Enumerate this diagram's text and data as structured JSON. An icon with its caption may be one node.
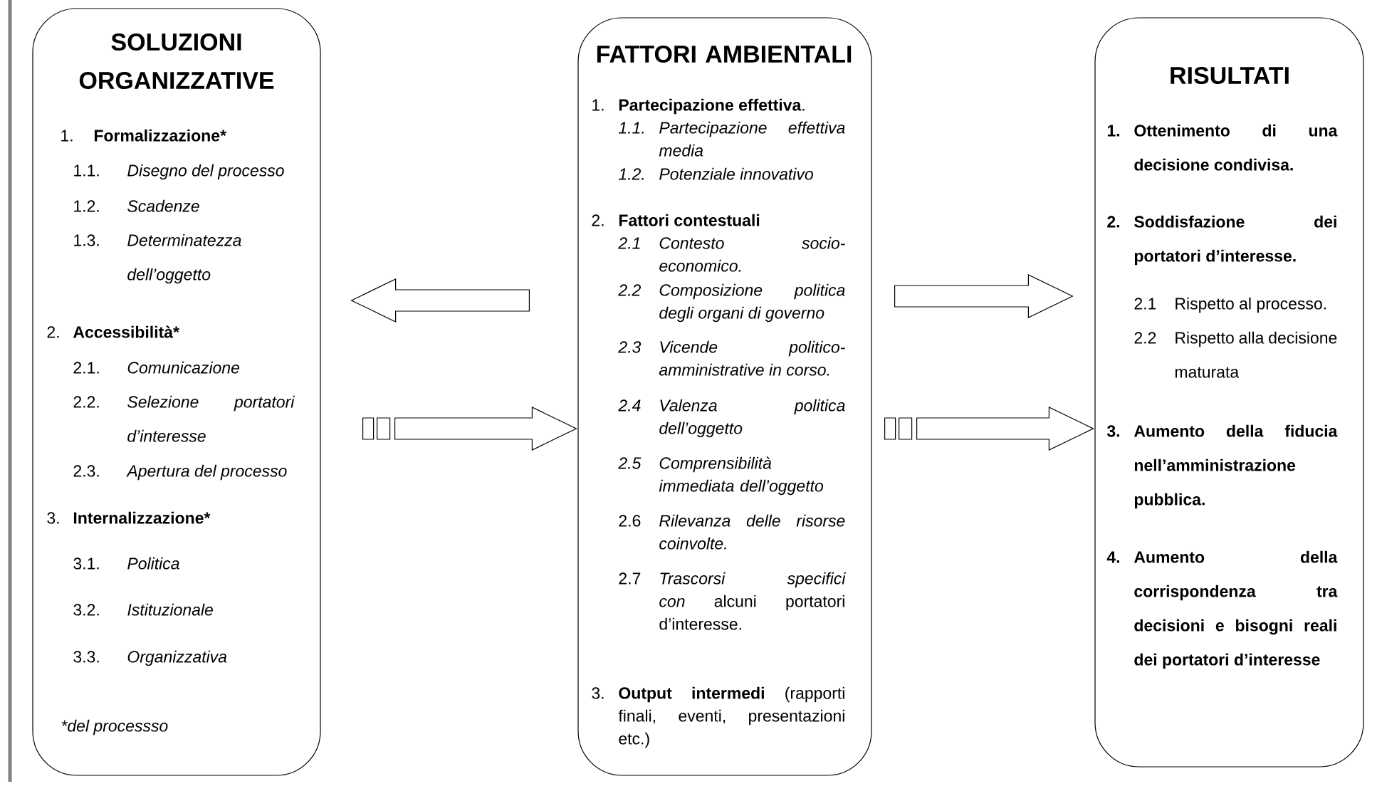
{
  "diagram": {
    "nodes": [
      {
        "text": [
          "SOLUZIONI ORGANIZZATIVE",
          "1.",
          "Formalizzazione*",
          "1.1.",
          "Disegno del processo",
          "1.2.",
          "Scadenze",
          "1.3.",
          "Determinatezza dell’oggetto",
          "2.",
          "Accessibilità*",
          "2.1.",
          "Comunicazione",
          "2.2.",
          "Selezione portatori d’interesse",
          "2.3.",
          "Apertura del processo",
          "3.",
          "Internalizzazione*",
          "3.1.",
          "Politica",
          "3.2.",
          "Istituzionale",
          "3.3.",
          "Organizzativa",
          "*del processso"
        ]
      },
      {
        "text": [
          "FATTORI AMBIENTALI",
          "1.",
          "**Partecipazione effettiva**.",
          "1.1.",
          "Partecipazione effettiva media",
          "1.2.",
          "Potenziale innovativo",
          "2.",
          "Fattori contestuali",
          "2.1",
          "Contesto socio-economico.",
          "2.2",
          "Composizione politica degli organi di governo",
          "2.3",
          "Vicende politico-amministrative in corso.",
          "2.4",
          "Valenza politica dell’oggetto",
          "2.5",
          "Comprensibilità immediata dell’oggetto",
          "2.6",
          "Rilevanza delle risorse coinvolte.",
          "2.7",
          "*Trascorsi specifici con* alcuni portatori d’interesse.",
          "3.",
          "**Output intermedi** (rapporti finali, eventi, presentazioni etc.)"
        ]
      },
      {
        "text": [
          "RISULTATI",
          "1.",
          "Ottenimento di una decisione condivisa.",
          "2.",
          "Soddisfazione dei portatori d’interesse.",
          "2.1",
          "Rispetto al processo.",
          "2.2",
          "Rispetto alla decisione maturata",
          "3.",
          "Aumento della fiducia nell’amministrazione pubblica.",
          "4.",
          "Aumento della corrispondenza tra decisioni e bisogni reali dei portatori d’interesse"
        ]
      }
    ],
    "edges": [
      {
        "from": 1,
        "to": 0,
        "arrow": "to"
      },
      {
        "from": 0,
        "to": 1,
        "arrow": "to"
      },
      {
        "from": 1,
        "to": 2,
        "arrow": "to"
      },
      {
        "from": 1,
        "to": 2,
        "arrow": "to"
      }
    ]
  }
}
